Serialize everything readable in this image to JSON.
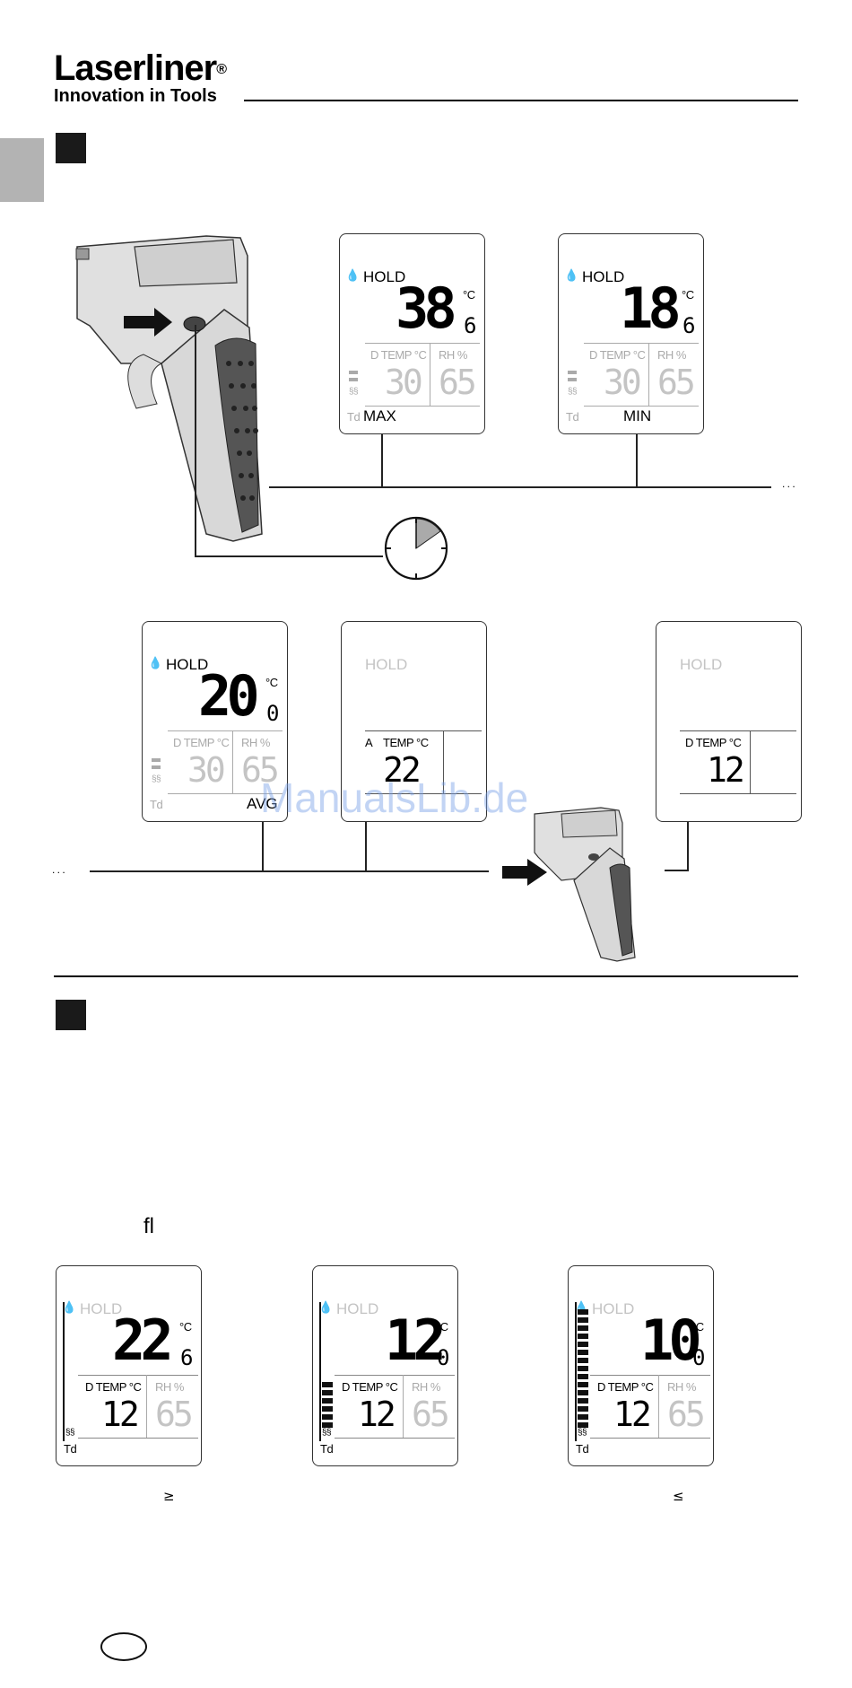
{
  "brand": {
    "name": "Laserliner",
    "registered": "®",
    "tagline": "Innovation in Tools"
  },
  "watermark": "ManualsLib.de",
  "ellipsis": ". . .",
  "display_labels": {
    "hold": "HOLD",
    "celsius": "°C",
    "dtemp": "D TEMP °C",
    "atemp": "TEMP °C",
    "a_prefix": "A",
    "rh": "RH %",
    "td": "Td"
  },
  "figure1": {
    "displays": [
      {
        "main": "38",
        "decimal": "6",
        "dtemp": "30",
        "rh": "65",
        "mode": "MAX"
      },
      {
        "main": "18",
        "decimal": "6",
        "dtemp": "30",
        "rh": "65",
        "mode": "MIN"
      },
      {
        "main": "20",
        "decimal": "0",
        "dtemp": "30",
        "rh": "65",
        "mode": "AVG"
      },
      {
        "atemp": "22"
      },
      {
        "dtemp": "12"
      }
    ]
  },
  "figure2": {
    "glyph": "fl",
    "displays": [
      {
        "main": "22",
        "decimal": "6",
        "dtemp": "12",
        "rh": "65",
        "bars": 0,
        "caption": "≥"
      },
      {
        "main": "12",
        "decimal": "0",
        "dtemp": "12",
        "rh": "65",
        "bars": 6,
        "caption": ""
      },
      {
        "main": "10",
        "decimal": "0",
        "dtemp": "12",
        "rh": "65",
        "bars": 15,
        "caption": "≤"
      }
    ]
  }
}
